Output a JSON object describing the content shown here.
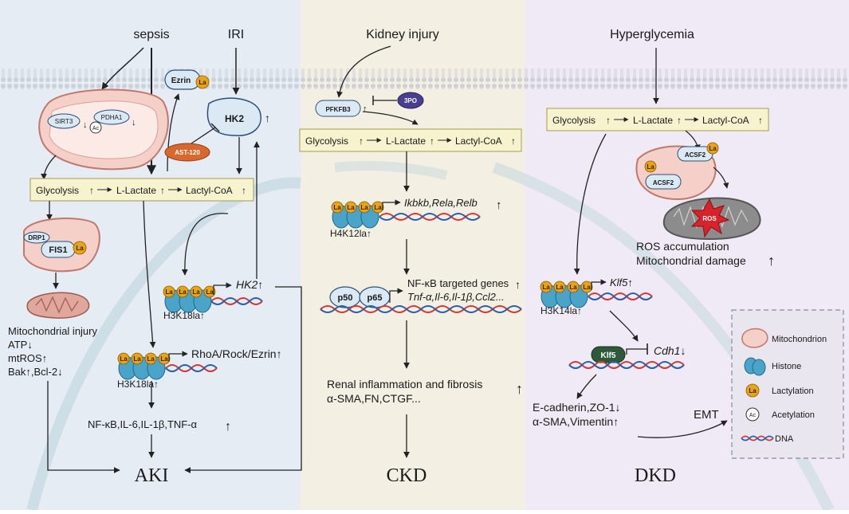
{
  "panels": {
    "aki": {
      "inputs": [
        "sepsis",
        "IRI"
      ],
      "proteins": {
        "ezrin": "Ezrin",
        "sirt3": "SIRT3",
        "pdha1": "PDHA1",
        "ac": "Ac",
        "hk2": "HK2",
        "ast120": "AST-120",
        "drp1": "DRP1",
        "fis1": "FIS1"
      },
      "pathway": {
        "glycolysis": "Glycolysis",
        "lactate": "L-Lactate",
        "lactyl": "Lactyl-CoA"
      },
      "gene_hk2": "HK2↑",
      "mark_hk2": "H3K18la↑",
      "gene_rho": "RhoA/Rock/Ezrin↑",
      "mark_rho": "H3K18la↑",
      "mito_lines": [
        "Mitochondrial injury",
        "ATP↓",
        "mtROS↑",
        "Bak↑,Bcl-2↓"
      ],
      "cytokines": "NF-κB,IL-6,IL-1β,TNF-α",
      "outcome": "AKI"
    },
    "ckd": {
      "input": "Kidney injury",
      "proteins": {
        "pfkfb3": "PFKFB3",
        "inhibitor": "3PO",
        "p50": "p50",
        "p65": "p65"
      },
      "pathway": {
        "glycolysis": "Glycolysis",
        "lactate": "L-Lactate",
        "lactyl": "Lactyl-CoA"
      },
      "genes1": "Ikbkb,Rela,Relb",
      "mark1": "H4K12la↑",
      "nfkb_title": "NF-κB targeted genes",
      "nfkb_genes": "Tnf-α,Il-6,Il-1β,Ccl2...",
      "fibrosis_lines": [
        "Renal inflammation and fibrosis",
        "α-SMA,FN,CTGF..."
      ],
      "outcome": "CKD"
    },
    "dkd": {
      "input": "Hyperglycemia",
      "pathway": {
        "glycolysis": "Glycolysis",
        "lactate": "L-Lactate",
        "lactyl": "Lactyl-CoA"
      },
      "proteins": {
        "acsf2": "ACSF2",
        "ros": "ROS",
        "klf5": "Klf5"
      },
      "ros_lines": [
        "ROS accumulation",
        "Mitochondrial damage"
      ],
      "gene_klf5": "Klf5↑",
      "mark_klf5": "H3K14la↑",
      "gene_cdh1": "Cdh1↓",
      "emt_lines": [
        "E-cadherin,ZO-1↓",
        "α-SMA,Vimentin↑"
      ],
      "emt": "EMT",
      "outcome": "DKD"
    }
  },
  "la_label": "La",
  "legend": {
    "items": [
      {
        "icon": "mitochondrion-icon",
        "label": "Mitochondrion"
      },
      {
        "icon": "histone-icon",
        "label": "Histone"
      },
      {
        "icon": "lactylation-icon",
        "label": "Lactylation"
      },
      {
        "icon": "acetylation-icon",
        "label": "Acetylation"
      },
      {
        "icon": "dna-icon",
        "label": "DNA"
      }
    ],
    "acetylation_glyph": "Ac"
  },
  "colors": {
    "aki_bg": "#e6ecf4",
    "ckd_bg": "#f3efe2",
    "dkd_bg": "#efeaf5",
    "lactyl_mark": "#e8a317",
    "histone": "#4aa3c8",
    "dna_red": "#d13a3a",
    "dna_blue": "#2b5fa8",
    "mito": "#e8a49c"
  }
}
